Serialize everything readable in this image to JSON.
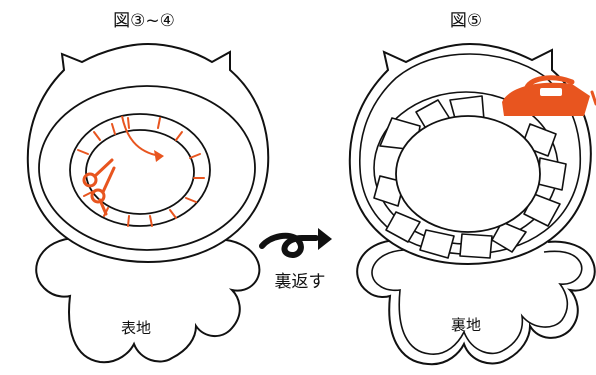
{
  "left_figure": {
    "title": "図③~④",
    "label": "表地"
  },
  "middle": {
    "label": "裏返す"
  },
  "right_figure": {
    "title": "図⑤",
    "label": "裏地"
  },
  "colors": {
    "accent": "#e8551f",
    "line": "#111111",
    "background": "#ffffff"
  },
  "icons": [
    "scissors-icon",
    "curved-arrow-icon",
    "flip-arrow-icon",
    "iron-icon"
  ]
}
